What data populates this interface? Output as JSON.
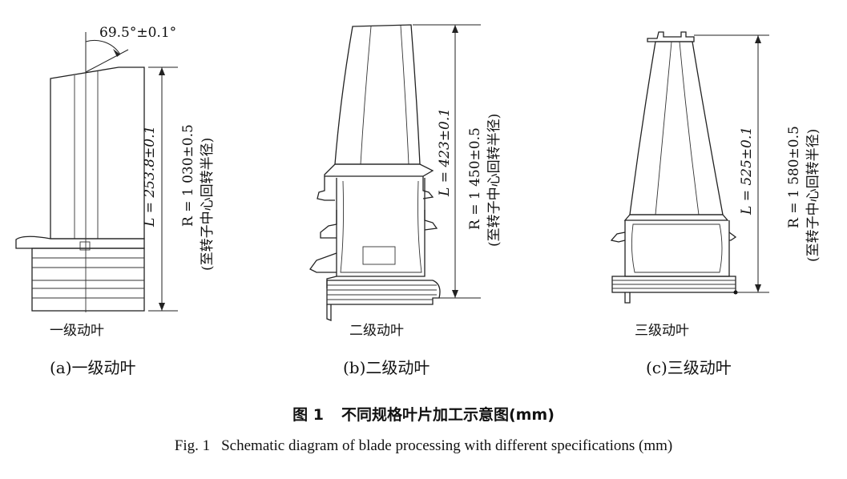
{
  "figure": {
    "number_cn": "图 1",
    "title_cn": "不同规格叶片加工示意图(mm)",
    "number_en": "Fig. 1",
    "title_en": "Schematic diagram of blade processing with different specifications (mm)"
  },
  "panels": [
    {
      "id": "a",
      "inner_label": "一级动叶",
      "caption": "(a)一级动叶",
      "angle": "69.5°±0.1°",
      "length": "L = 253.8±0.1",
      "radius": "R = 1 030±0.5",
      "radius_note": "(至转子中心回转半径)"
    },
    {
      "id": "b",
      "inner_label": "二级动叶",
      "caption": "(b)二级动叶",
      "length": "L = 423±0.1",
      "radius": "R = 1 450±0.5",
      "radius_note": "(至转子中心回转半径)"
    },
    {
      "id": "c",
      "inner_label": "三级动叶",
      "caption": "(c)三级动叶",
      "length": "L = 525±0.1",
      "radius": "R = 1 580±0.5",
      "radius_note": "(至转子中心回转半径)"
    }
  ]
}
